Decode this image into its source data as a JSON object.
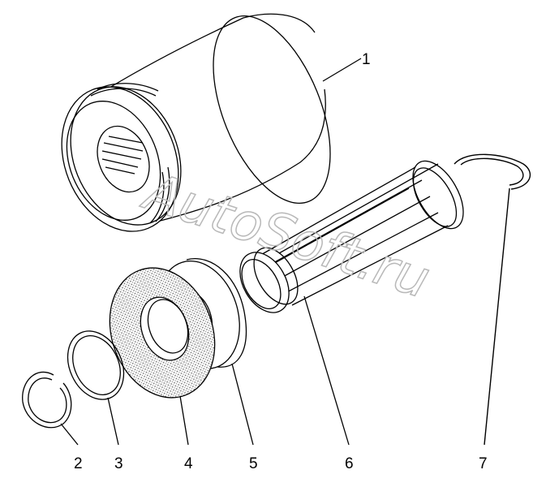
{
  "watermark": "AutoSoft.ru",
  "labels": {
    "l1": "1",
    "l2": "2",
    "l3": "3",
    "l4": "4",
    "l5": "5",
    "l6": "6",
    "l7": "7"
  },
  "colors": {
    "line": "#000000",
    "background": "#ffffff",
    "watermark": "#c8c8c8"
  }
}
